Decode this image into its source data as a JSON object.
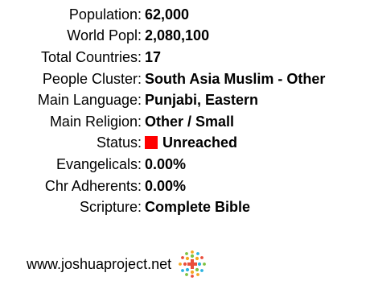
{
  "rows": [
    {
      "label": "Population:",
      "value": "62,000"
    },
    {
      "label": "World Popl:",
      "value": "2,080,100"
    },
    {
      "label": "Total Countries:",
      "value": "17"
    },
    {
      "label": "People Cluster:",
      "value": "South Asia Muslim - Other"
    },
    {
      "label": "Main Language:",
      "value": "Punjabi, Eastern"
    },
    {
      "label": "Main Religion:",
      "value": "Other / Small"
    },
    {
      "label": "Status:",
      "value": "Unreached",
      "swatch_color": "#ff0000"
    },
    {
      "label": "Evangelicals:",
      "value": "0.00%"
    },
    {
      "label": "Chr Adherents:",
      "value": "0.00%"
    },
    {
      "label": "Scripture:",
      "value": "Complete Bible"
    }
  ],
  "footer": {
    "url": "www.joshuaproject.net",
    "logo_icon": "joshua-project-logo-icon",
    "logo_colors": [
      "#f5a623",
      "#2bb3e0",
      "#e94e3c",
      "#7cc242"
    ]
  }
}
